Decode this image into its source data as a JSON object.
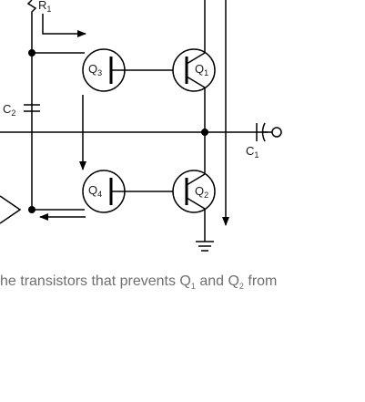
{
  "diagram": {
    "labels": {
      "r1": {
        "main": "R",
        "sub": "1"
      },
      "c2": {
        "main": "C",
        "sub": "2"
      },
      "c1": {
        "main": "C",
        "sub": "1"
      },
      "q1": {
        "main": "Q",
        "sub": "1"
      },
      "q2": {
        "main": "Q",
        "sub": "2"
      },
      "q3": {
        "main": "Q",
        "sub": "3"
      },
      "q4": {
        "main": "Q",
        "sub": "4"
      }
    }
  },
  "caption": {
    "part1": "he transistors that prevents Q",
    "sub1": "1",
    "part2": " and Q",
    "sub2": "2",
    "part3": " from"
  }
}
